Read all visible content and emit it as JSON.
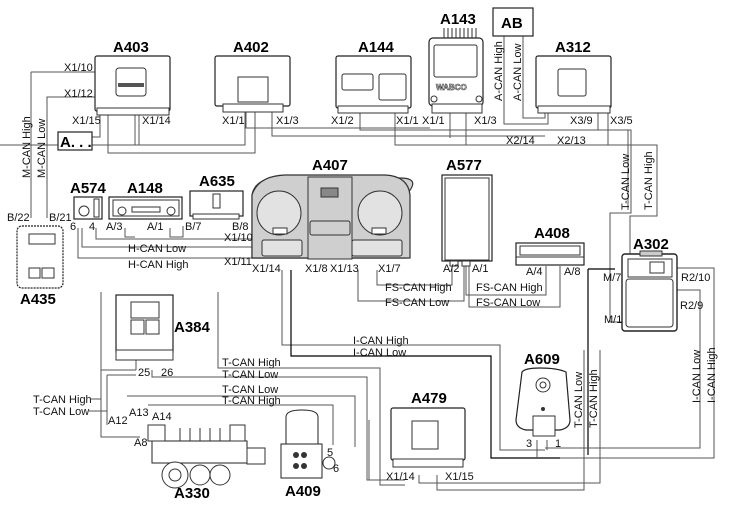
{
  "diagram": {
    "type": "CAN bus wiring diagram",
    "components": [
      {
        "id": "A403",
        "label": "A403"
      },
      {
        "id": "A402",
        "label": "A402"
      },
      {
        "id": "A144",
        "label": "A144"
      },
      {
        "id": "A143",
        "label": "A143",
        "brand": "WABCO"
      },
      {
        "id": "AB",
        "label": "AB"
      },
      {
        "id": "A312",
        "label": "A312"
      },
      {
        "id": "A_dots",
        "label": "A. . ."
      },
      {
        "id": "A574",
        "label": "A574"
      },
      {
        "id": "A148",
        "label": "A148"
      },
      {
        "id": "A635",
        "label": "A635"
      },
      {
        "id": "A407",
        "label": "A407"
      },
      {
        "id": "A577",
        "label": "A577"
      },
      {
        "id": "A408",
        "label": "A408"
      },
      {
        "id": "A302",
        "label": "A302"
      },
      {
        "id": "A435",
        "label": "A435"
      },
      {
        "id": "A384",
        "label": "A384"
      },
      {
        "id": "A609",
        "label": "A609"
      },
      {
        "id": "A479",
        "label": "A479"
      },
      {
        "id": "A330",
        "label": "A330"
      },
      {
        "id": "A409",
        "label": "A409"
      }
    ],
    "pins": {
      "a403_x1_10": "X1/10",
      "a403_x1_12": "X1/12",
      "a403_x1_15": "X1/15",
      "a403_x1_14": "X1/14",
      "a402_x1_1": "X1/1",
      "a402_x1_3": "X1/3",
      "a144_x1_2": "X1/2",
      "a144_x1_1": "X1/1",
      "a143_x1_1": "X1/1",
      "a143_x1_3": "X1/3",
      "a312_x2_14": "X2/14",
      "a312_x2_13": "X2/13",
      "a312_x3_9": "X3/9",
      "a312_x3_5": "X3/5",
      "a435_b22": "B/22",
      "a435_b21": "B/21",
      "a574_6": "6",
      "a574_4": "4",
      "a148_a3": "A/3",
      "a148_a1": "A/1",
      "a635_b7": "B/7",
      "a635_b8": "B/8",
      "a407_x1_10": "X1/10",
      "a407_x1_11": "X1/11",
      "a407_x1_14": "X1/14",
      "a407_x1_8": "X1/8",
      "a407_x1_13": "X1/13",
      "a407_x1_7": "X1/7",
      "a577_a2": "A/2",
      "a577_a1": "A/1",
      "a408_a4": "A/4",
      "a408_a8": "A/8",
      "a302_m7": "M/7",
      "a302_m1": "M/1",
      "a302_r2_10": "R2/10",
      "a302_r2_9": "R2/9",
      "a384_25": "25",
      "a384_26": "26",
      "a330_a12": "A12",
      "a330_a13": "A13",
      "a330_a14": "A14",
      "a330_a8": "A8",
      "a409_5": "5",
      "a409_6": "6",
      "a609_3": "3",
      "a609_1": "1",
      "a479_x1_14": "X1/14",
      "a479_x1_15": "X1/15"
    },
    "bus_labels": {
      "m_can_high": "M-CAN High",
      "m_can_low": "M-CAN Low",
      "a_can_high": "A-CAN High",
      "a_can_low": "A-CAN Low",
      "h_can_low": "H-CAN Low",
      "h_can_high": "H-CAN High",
      "fs_can_high_1": "FS-CAN High",
      "fs_can_low_1": "FS-CAN Low",
      "fs_can_high_2": "FS-CAN High",
      "fs_can_low_2": "FS-CAN Low",
      "t_can_low_a312": "T-CAN Low",
      "t_can_high_a312": "T-CAN High",
      "i_can_high": "I-CAN High",
      "i_can_low": "I-CAN Low",
      "t_can_high_1": "T-CAN High",
      "t_can_low_1": "T-CAN Low",
      "t_can_low_2": "T-CAN Low",
      "t_can_high_2": "T-CAN High",
      "t_can_high_left": "T-CAN High",
      "t_can_low_left": "T-CAN Low",
      "t_can_low_a609": "T-CAN Low",
      "t_can_high_a609": "T-CAN High",
      "i_can_low_right": "I-CAN Low",
      "i_can_high_right": "I-CAN High"
    }
  }
}
